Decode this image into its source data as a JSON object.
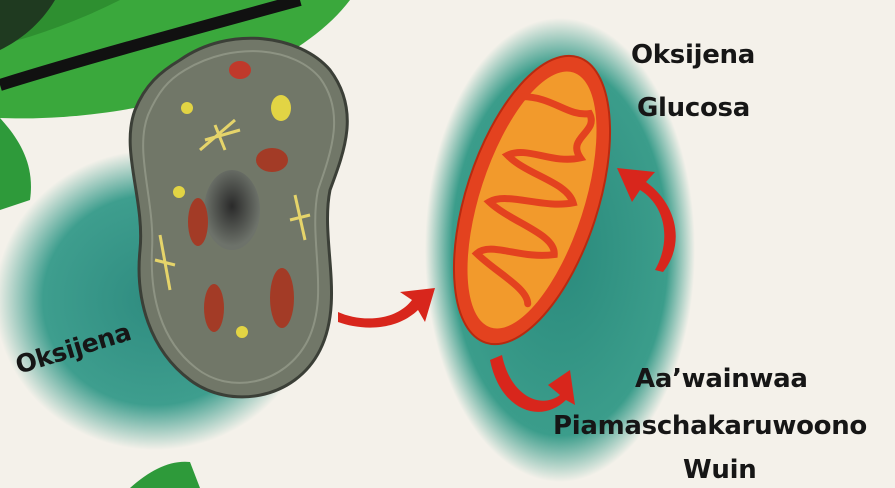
{
  "labels": {
    "oksijena_left": "Oksijena",
    "oksijena_right": "Oksijena",
    "glucosa": "Glucosa",
    "aawainwaa": "Aa’wainwaa",
    "piamaschakaruwoono": "Piamaschakaruwoono",
    "wuin": "Wuin"
  },
  "colors": {
    "leaf_green": "#38a83a",
    "leaf_dark": "#1d6e22",
    "teal_glow": "#3a9a8a",
    "cell_body": "#6f756a",
    "mito_outer": "#e0401e",
    "mito_inner": "#f39a2a",
    "arrow_red": "#d8261c"
  },
  "icons": [
    "animal-cell-icon",
    "mitochondrion-icon",
    "curved-arrow-icon",
    "leaf-icon"
  ]
}
